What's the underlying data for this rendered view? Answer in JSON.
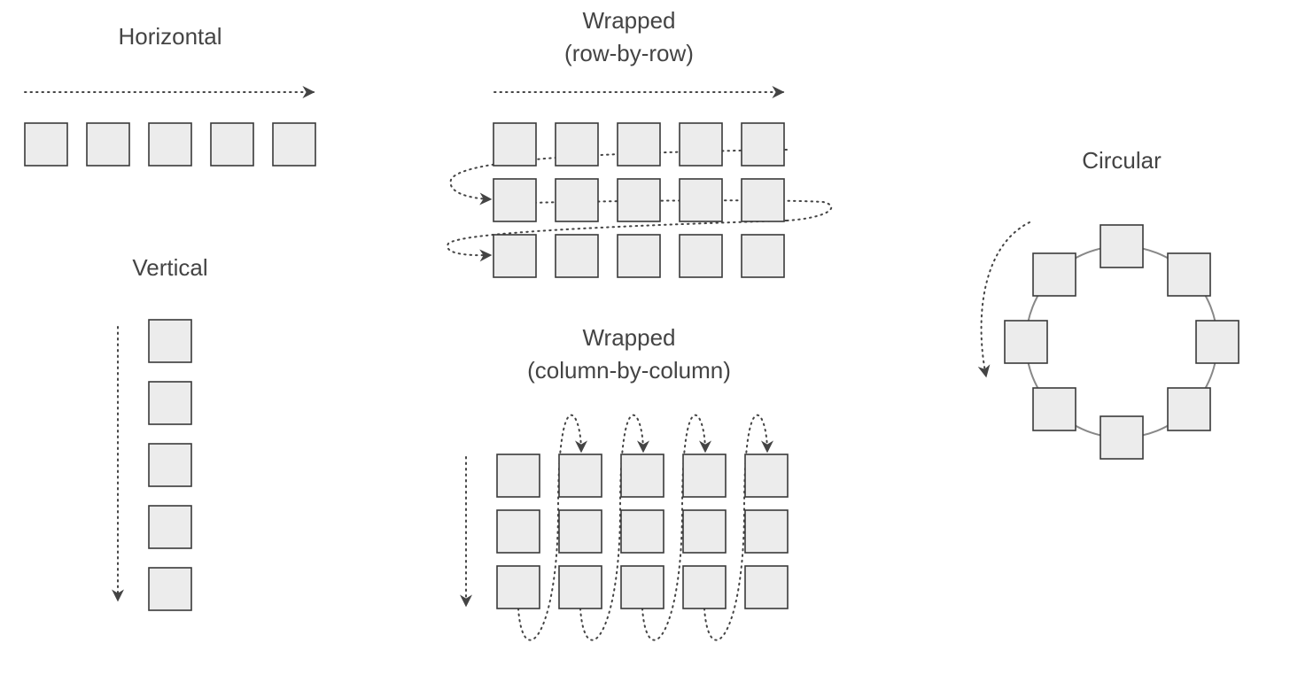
{
  "labels": {
    "horizontal": "Horizontal",
    "vertical": "Vertical",
    "wrapped_row_line1": "Wrapped",
    "wrapped_row_line2": "(row-by-row)",
    "wrapped_col_line1": "Wrapped",
    "wrapped_col_line2": "(column-by-column)",
    "circular": "Circular"
  },
  "layouts": {
    "horizontal": {
      "items": 5
    },
    "vertical": {
      "items": 5
    },
    "wrapped_row": {
      "rows": 3,
      "cols": 5
    },
    "wrapped_column": {
      "rows": 3,
      "cols": 5
    },
    "circular": {
      "items": 8
    }
  },
  "colors": {
    "box_fill": "#ececec",
    "box_stroke": "#3a3a3a",
    "text": "#444444",
    "arrow": "#444444",
    "ring": "#888888"
  }
}
